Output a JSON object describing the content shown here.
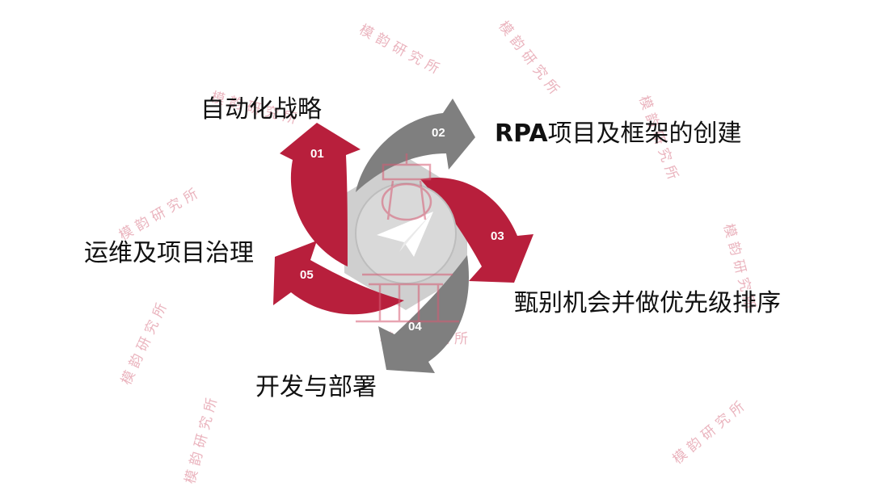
{
  "steps": [
    {
      "num": "01",
      "label": "自动化战略",
      "color": "#b81f3c"
    },
    {
      "num": "02",
      "label_bold": "RPA",
      "label_rest": "项目及框架的创建",
      "color": "#7f7f7f"
    },
    {
      "num": "03",
      "label": "甄别机会并做优先级排序",
      "color": "#b81f3c"
    },
    {
      "num": "04",
      "label": "开发与部署",
      "color": "#7f7f7f"
    },
    {
      "num": "05",
      "label": "运维及项目治理",
      "color": "#b81f3c"
    }
  ],
  "center": {
    "icon": "paper-plane-icon",
    "hex_color": "#c4c4c4",
    "circle_color": "#d6d6d6"
  },
  "watermark": {
    "text": "模韵研究所",
    "logo": "building-seal-logo"
  }
}
